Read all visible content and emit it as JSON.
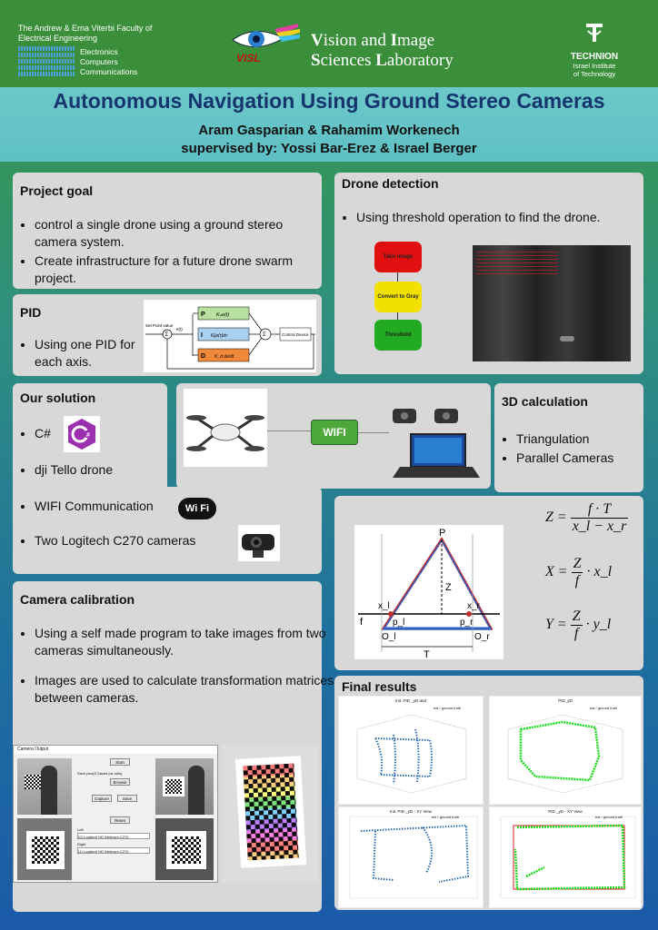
{
  "header": {
    "faculty_line1": "The Andrew & Erna Viterbi Faculty of",
    "faculty_line2": "Electrical Engineering",
    "faculty_items": [
      "Electronics",
      "Computers",
      "Communications"
    ],
    "visl_logo_text": "VISL",
    "lab_line1_b1": "V",
    "lab_line1_r1": "ision and ",
    "lab_line1_b2": "I",
    "lab_line1_r2": "mage",
    "lab_line2_b1": "S",
    "lab_line2_r1": "ciences ",
    "lab_line2_b2": "L",
    "lab_line2_r2": "aboratory",
    "technion_name": "TECHNION",
    "technion_sub1": "Israel Institute",
    "technion_sub2": "of Technology"
  },
  "title": "Autonomous Navigation Using Ground Stereo Cameras",
  "authors": "Aram Gasparian & Rahamim Workenech",
  "supervisors": "supervised by: Yossi Bar-Erez & Israel Berger",
  "project_goal": {
    "heading": "Project goal",
    "bullets": [
      "control a single drone using a ground stereo camera system.",
      "Create infrastructure for a future drone swarm project."
    ]
  },
  "drone_detection": {
    "heading": "Drone detection",
    "bullets": [
      "Using threshold operation to find the drone."
    ],
    "flow": [
      "Take image",
      "Convert to Gray",
      "Threshold"
    ]
  },
  "pid": {
    "heading": "PID",
    "bullets": [
      "Using one PID for each axis."
    ],
    "diagram": {
      "setpoint": "Set Point value",
      "p_label": "P",
      "p_term": "Kₚe(t)",
      "i_label": "I",
      "i_term": "Kᵢ∫e(τ)dτ",
      "d_label": "D",
      "d_term": "K_d de/dt",
      "sum": "Σ",
      "plant": "Control Device",
      "err": "e(t)",
      "out": "u(t)"
    }
  },
  "our_solution": {
    "heading": "Our solution",
    "bullets": [
      "C#",
      "dji Tello drone",
      "WIFI Communication",
      "Two Logitech C270 cameras"
    ],
    "wifi_label": "WIFI",
    "wifi_logo": "Wi Fi"
  },
  "calc3d": {
    "heading": "3D calculation",
    "bullets": [
      "Triangulation",
      "Parallel Cameras"
    ],
    "eq1": {
      "lhs": "Z",
      "num": "f · T",
      "den": "x_l − x_r"
    },
    "eq2": {
      "lhs": "X",
      "num": "Z",
      "den": "f",
      "tail": "· x_l"
    },
    "eq3": {
      "lhs": "Y",
      "num": "Z",
      "den": "f",
      "tail": "· y_l"
    },
    "diagram": {
      "P": "P",
      "Z": "Z",
      "xl": "x_l",
      "xr": "x_r",
      "pl": "p_l",
      "pr": "p_r",
      "f": "f",
      "Ol": "O_l",
      "Or": "O_r",
      "T": "T"
    }
  },
  "camera_calibration": {
    "heading": "Camera calibration",
    "bullets": [
      "Using a self made program to take images from two cameras simultaneously.",
      "Images are used to calculate transformation matrices between cameras."
    ],
    "window_title": "Camera Output",
    "buttons": [
      "Start",
      "Browse",
      "Capture",
      "Save",
      "Reset"
    ],
    "checkbox": "Save pics(3 Saved pic rolls)",
    "selects": [
      "(0) Logitech HD Webcam C270",
      "(1) Logitech HD Webcam C270"
    ],
    "left_label": "Left",
    "right_label": "Right"
  },
  "final_results": {
    "heading": "Final results",
    "plots": [
      {
        "title": "Init. PID _yD  and",
        "legend": [
          "est",
          "ground truth"
        ]
      },
      {
        "title": "PID_yD",
        "legend": [
          "est",
          "ground truth"
        ]
      },
      {
        "title": "Init. PID _yD - XY  View",
        "legend": [
          "est",
          "ground truth"
        ]
      },
      {
        "title": "PID _yD - XY  View",
        "legend": [
          "est",
          "ground truth"
        ]
      }
    ]
  },
  "colors": {
    "header_green": "#3b8f3a",
    "title_blue": "#16356f",
    "panel_gray": "#d8d8d8",
    "flow_red": "#e01010",
    "flow_yellow": "#f2e000",
    "flow_green": "#22aa22",
    "wifi_green": "#4ea83a",
    "pid_p": "#b8e0a0",
    "pid_i": "#a8d0f0",
    "pid_d": "#f08a3a"
  }
}
